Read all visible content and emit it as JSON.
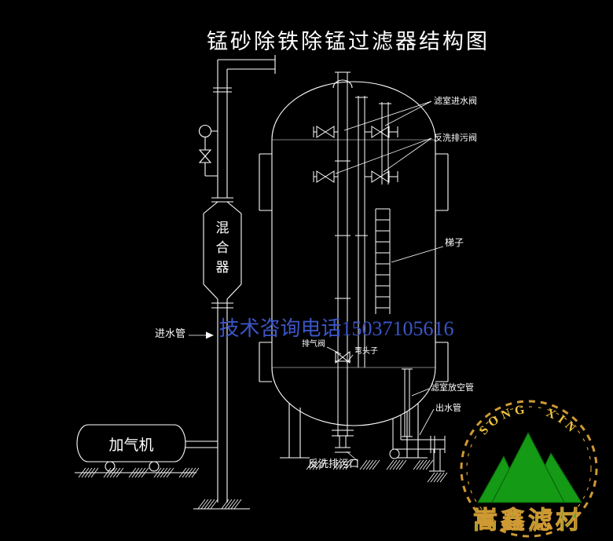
{
  "title": "锰砂除铁除锰过滤器结构图",
  "watermark": "技术咨询电话15037105616",
  "labels": {
    "filter_inlet_valve": "滤室进水阀",
    "backwash_drain_valve": "反洗排污阀",
    "ladder": "梯子",
    "vent_pipe": "滤室放空管",
    "outlet_pipe": "出水管",
    "exhaust_valve": "排气阀",
    "elbow": "弯头子",
    "backwash_drain_outlet": "反洗排污口",
    "inlet_pipe": "进水管"
  },
  "mixer": {
    "chars": [
      "混",
      "合",
      "器"
    ]
  },
  "aerator": {
    "label": "加气机"
  },
  "logo": {
    "arc_text": "SONG XIN",
    "brand": "嵩鑫滤材",
    "ring_color": "#cf9a33",
    "arc_color": "#eec43f",
    "mountain_color": "#149a14",
    "brand_color": "#2fa32f"
  },
  "colors": {
    "background": "#000000",
    "line": "#ffffff",
    "watermark": "#3c55c5"
  }
}
